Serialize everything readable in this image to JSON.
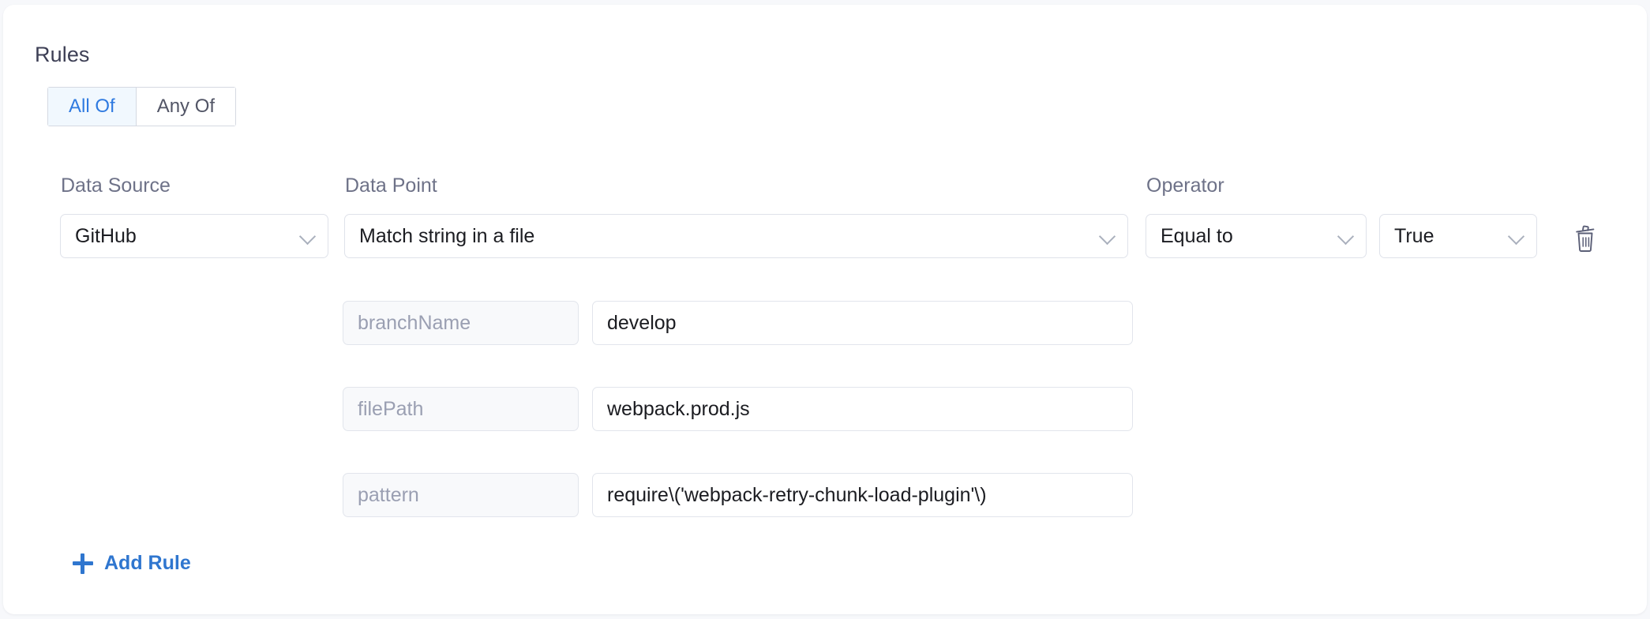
{
  "section": {
    "title": "Rules"
  },
  "match_toggle": {
    "options": [
      {
        "label": "All Of",
        "selected": true
      },
      {
        "label": "Any Of",
        "selected": false
      }
    ]
  },
  "columns": {
    "data_source_label": "Data Source",
    "data_point_label": "Data Point",
    "operator_label": "Operator"
  },
  "rule": {
    "data_source": {
      "value": "GitHub",
      "icon": "chevron-down-icon"
    },
    "data_point": {
      "value": "Match string in a file",
      "icon": "chevron-down-icon"
    },
    "operator": {
      "value": "Equal to",
      "icon": "chevron-down-icon"
    },
    "operand": {
      "value": "True",
      "icon": "chevron-down-icon"
    },
    "delete_icon": "trash-icon",
    "parameters": [
      {
        "key": "branchName",
        "value": "develop"
      },
      {
        "key": "filePath",
        "value": "webpack.prod.js"
      },
      {
        "key": "pattern",
        "value": "require\\('webpack-retry-chunk-load-plugin'\\)"
      }
    ]
  },
  "actions": {
    "add_rule_label": "Add Rule",
    "add_rule_icon": "plus-icon"
  },
  "colors": {
    "accent_blue": "#2f7ae0",
    "link_blue": "#2f76cf",
    "active_tab_bg": "#f1f8fe",
    "label_gray": "#6e7288",
    "placeholder_gray": "#9a9fb2",
    "border_gray": "#dfe2ea",
    "card_bg": "#ffffff",
    "page_bg": "#f7f8fb",
    "icon_gray": "#5b5f77"
  }
}
